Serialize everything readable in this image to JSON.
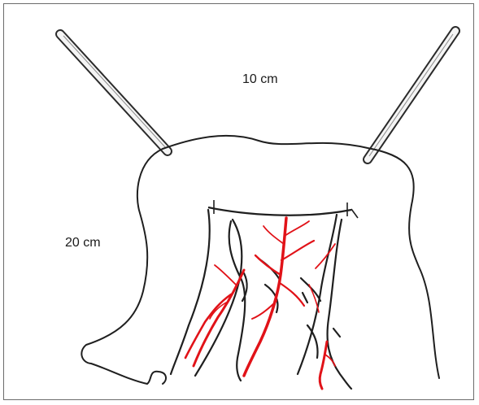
{
  "figure": {
    "top_dimension_label": "10 cm",
    "side_dimension_label": "20 cm"
  },
  "colors": {
    "outline": "#1f1f1f",
    "vessel_red": "#e11218",
    "frame_border": "#6b6b6b",
    "instrument_fill": "#f4f4f4"
  },
  "icons": {
    "left_instrument": "grasping-forceps",
    "right_instrument": "grasping-forceps",
    "vessels": "mesenteric-vessels"
  }
}
